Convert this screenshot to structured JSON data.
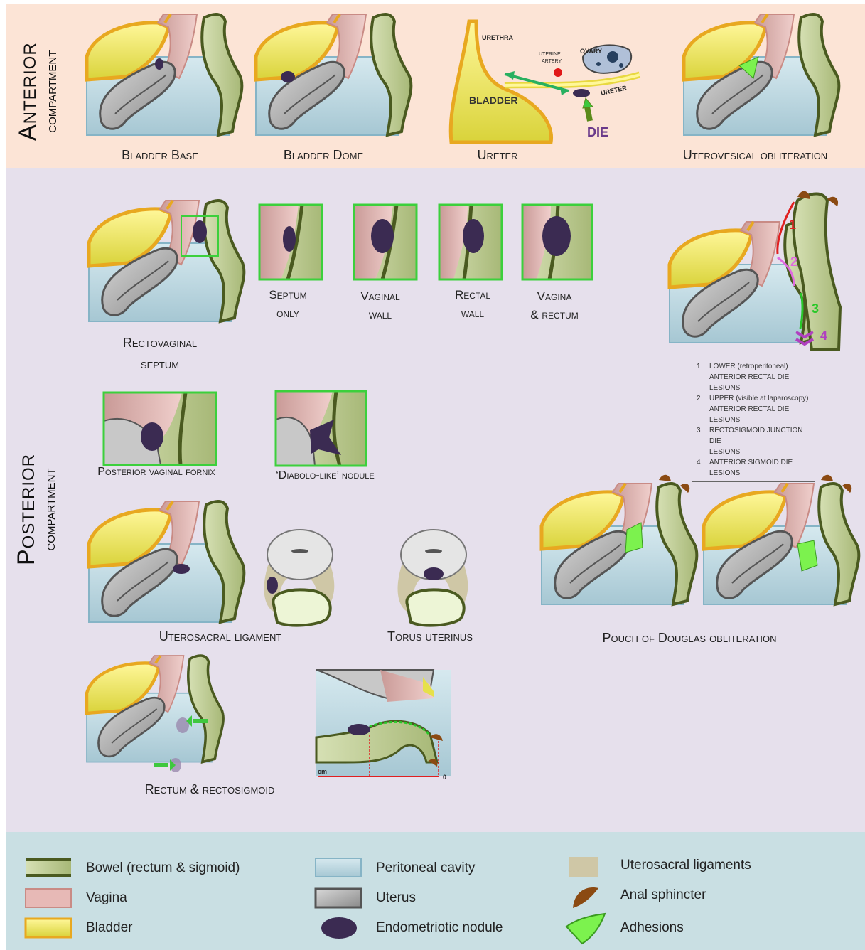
{
  "sections": {
    "anterior": {
      "title": "Anterior",
      "subtitle": "compartment"
    },
    "posterior": {
      "title": "Posterior",
      "subtitle": "compartment"
    }
  },
  "anterior": {
    "labels": [
      "Bladder Base",
      "Bladder Dome",
      "Ureter",
      "Uterovesical obliteration"
    ],
    "ureter_diagram": {
      "urethra": "URETHRA",
      "uterine_artery_1": "UTERINE",
      "uterine_artery_2": "ARTERY",
      "ovary": "OVARY",
      "bladder": "BLADDER",
      "ureter": "URETER",
      "die": "DIE"
    }
  },
  "posterior": {
    "rectovaginal": {
      "main_line1": "Rectovaginal",
      "main_line2": "septum",
      "subs": [
        {
          "line1": "Septum",
          "line2": "only"
        },
        {
          "line1": "Vaginal",
          "line2": "wall"
        },
        {
          "line1": "Rectal",
          "line2": "wall"
        },
        {
          "line1": "Vagina",
          "line2": "& rectum"
        }
      ]
    },
    "fornix_label": "Posterior vaginal fornix",
    "diabolo_label": "‘Diabolo-like’ nodule",
    "uterosacral_label": "Uterosacral ligament",
    "torus_label": "Torus uterinus",
    "pouch_label": "Pouch of Douglas obliteration",
    "rectum_label": "Rectum & rectosigmoid",
    "scale": {
      "unit": "cm",
      "zero": "0"
    },
    "numbers": [
      "1",
      "2",
      "3",
      "4"
    ],
    "key": [
      {
        "n": "1",
        "line1": "LOWER (retroperitoneal)",
        "line2": "ANTERIOR RECTAL DIE LESIONS"
      },
      {
        "n": "2",
        "line1": "UPPER (visible at laparoscopy)",
        "line2": "ANTERIOR RECTAL DIE LESIONS"
      },
      {
        "n": "3",
        "line1": "RECTOSIGMOID JUNCTION DIE",
        "line2": "LESIONS"
      },
      {
        "n": "4",
        "line1": "ANTERIOR SIGMOID DIE LESIONS",
        "line2": ""
      }
    ]
  },
  "legend": [
    {
      "key": "bowel",
      "label": "Bowel (rectum & sigmoid)"
    },
    {
      "key": "vagina",
      "label": "Vagina"
    },
    {
      "key": "bladder",
      "label": "Bladder"
    },
    {
      "key": "peritoneal",
      "label": "Peritoneal cavity"
    },
    {
      "key": "uterus",
      "label": "Uterus"
    },
    {
      "key": "nodule",
      "label": "Endometriotic nodule"
    },
    {
      "key": "ligament",
      "label": "Uterosacral ligaments"
    },
    {
      "key": "sphincter",
      "label": "Anal sphincter"
    },
    {
      "key": "adhesions",
      "label": "Adhesions"
    }
  ],
  "colors": {
    "bladder": "#e6e14a",
    "vagina": "#e7b9b6",
    "bowel": "#b9c98f",
    "peritoneal": "#c5dde6",
    "uterus": "#a9a9a9",
    "nodule": "#3b2b52",
    "ligament": "#cfc7a6",
    "sphincter": "#8b4a12",
    "adhesions": "#7cf24e",
    "arrow1": "#e02020",
    "arrow2": "#e06ae0",
    "arrow3": "#28c828",
    "arrow4": "#b040c0"
  }
}
